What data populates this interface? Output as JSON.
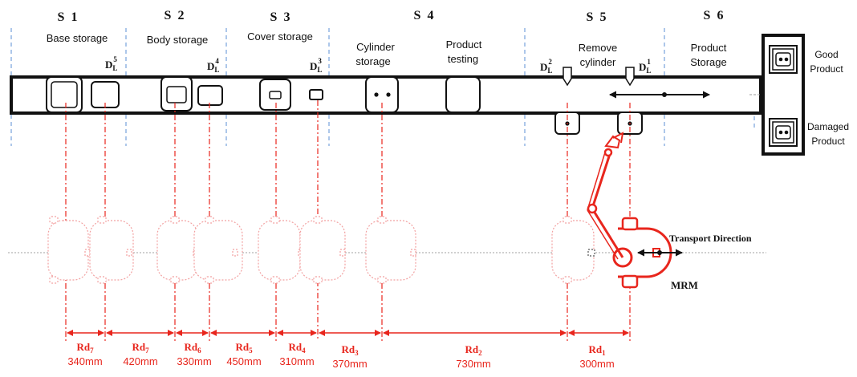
{
  "stations": [
    {
      "id": "S 1",
      "label": [
        "Base storage"
      ]
    },
    {
      "id": "S 2",
      "label": [
        "Body storage"
      ]
    },
    {
      "id": "S 3",
      "label": [
        "Cover storage"
      ]
    },
    {
      "id": "S 4",
      "label": [
        "Cylinder",
        "storage"
      ],
      "label2": [
        "Product",
        "testing"
      ]
    },
    {
      "id": "S 5",
      "label": [
        "Remove",
        "cylinder"
      ]
    },
    {
      "id": "S 6",
      "label": [
        "Product",
        "Storage"
      ]
    }
  ],
  "dl_markers": [
    {
      "base": "D",
      "sub": "L",
      "sup": "5"
    },
    {
      "base": "D",
      "sub": "L",
      "sup": "4"
    },
    {
      "base": "D",
      "sub": "L",
      "sup": "3"
    },
    {
      "base": "D",
      "sub": "L",
      "sup": "2"
    },
    {
      "base": "D",
      "sub": "L",
      "sup": "1"
    }
  ],
  "outputs": {
    "good": [
      "Good",
      "Product"
    ],
    "damaged": [
      "Damaged",
      "Product"
    ]
  },
  "transport_label": "Transport Direction",
  "robot_label": "MRM",
  "distances": [
    {
      "base": "Rd",
      "sub": "7",
      "value": "340mm"
    },
    {
      "base": "Rd",
      "sub": "7",
      "value": "420mm"
    },
    {
      "base": "Rd",
      "sub": "6",
      "value": "330mm"
    },
    {
      "base": "Rd",
      "sub": "5",
      "value": "450mm"
    },
    {
      "base": "Rd",
      "sub": "4",
      "value": "310mm"
    },
    {
      "base": "Rd",
      "sub": "3",
      "value": "370mm"
    },
    {
      "base": "Rd",
      "sub": "2",
      "value": "730mm"
    },
    {
      "base": "Rd",
      "sub": "1",
      "value": "300mm"
    }
  ],
  "colors": {
    "accent": "#e8261d",
    "line": "#111111",
    "divider": "#5b8fd6"
  }
}
